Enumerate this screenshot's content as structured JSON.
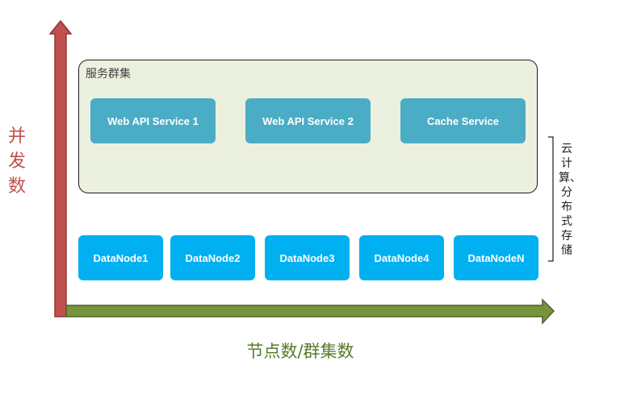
{
  "diagram": {
    "y_axis_label": "并发数",
    "x_axis_label": "节点数/群集数",
    "cluster": {
      "title": "服务群集",
      "services": [
        "Web API Service 1",
        "Web API Service 2",
        "Cache Service"
      ]
    },
    "datanodes": [
      "DataNode1",
      "DataNode2",
      "DataNode3",
      "DataNode4",
      "DataNodeN"
    ],
    "side_label": "云计算、分布式存储",
    "colors": {
      "y_axis": "#c0504d",
      "x_axis": "#77933c",
      "cluster_fill": "#ebf1de",
      "service_fill": "#4bacc6",
      "datanode_fill": "#00b0f0"
    }
  }
}
